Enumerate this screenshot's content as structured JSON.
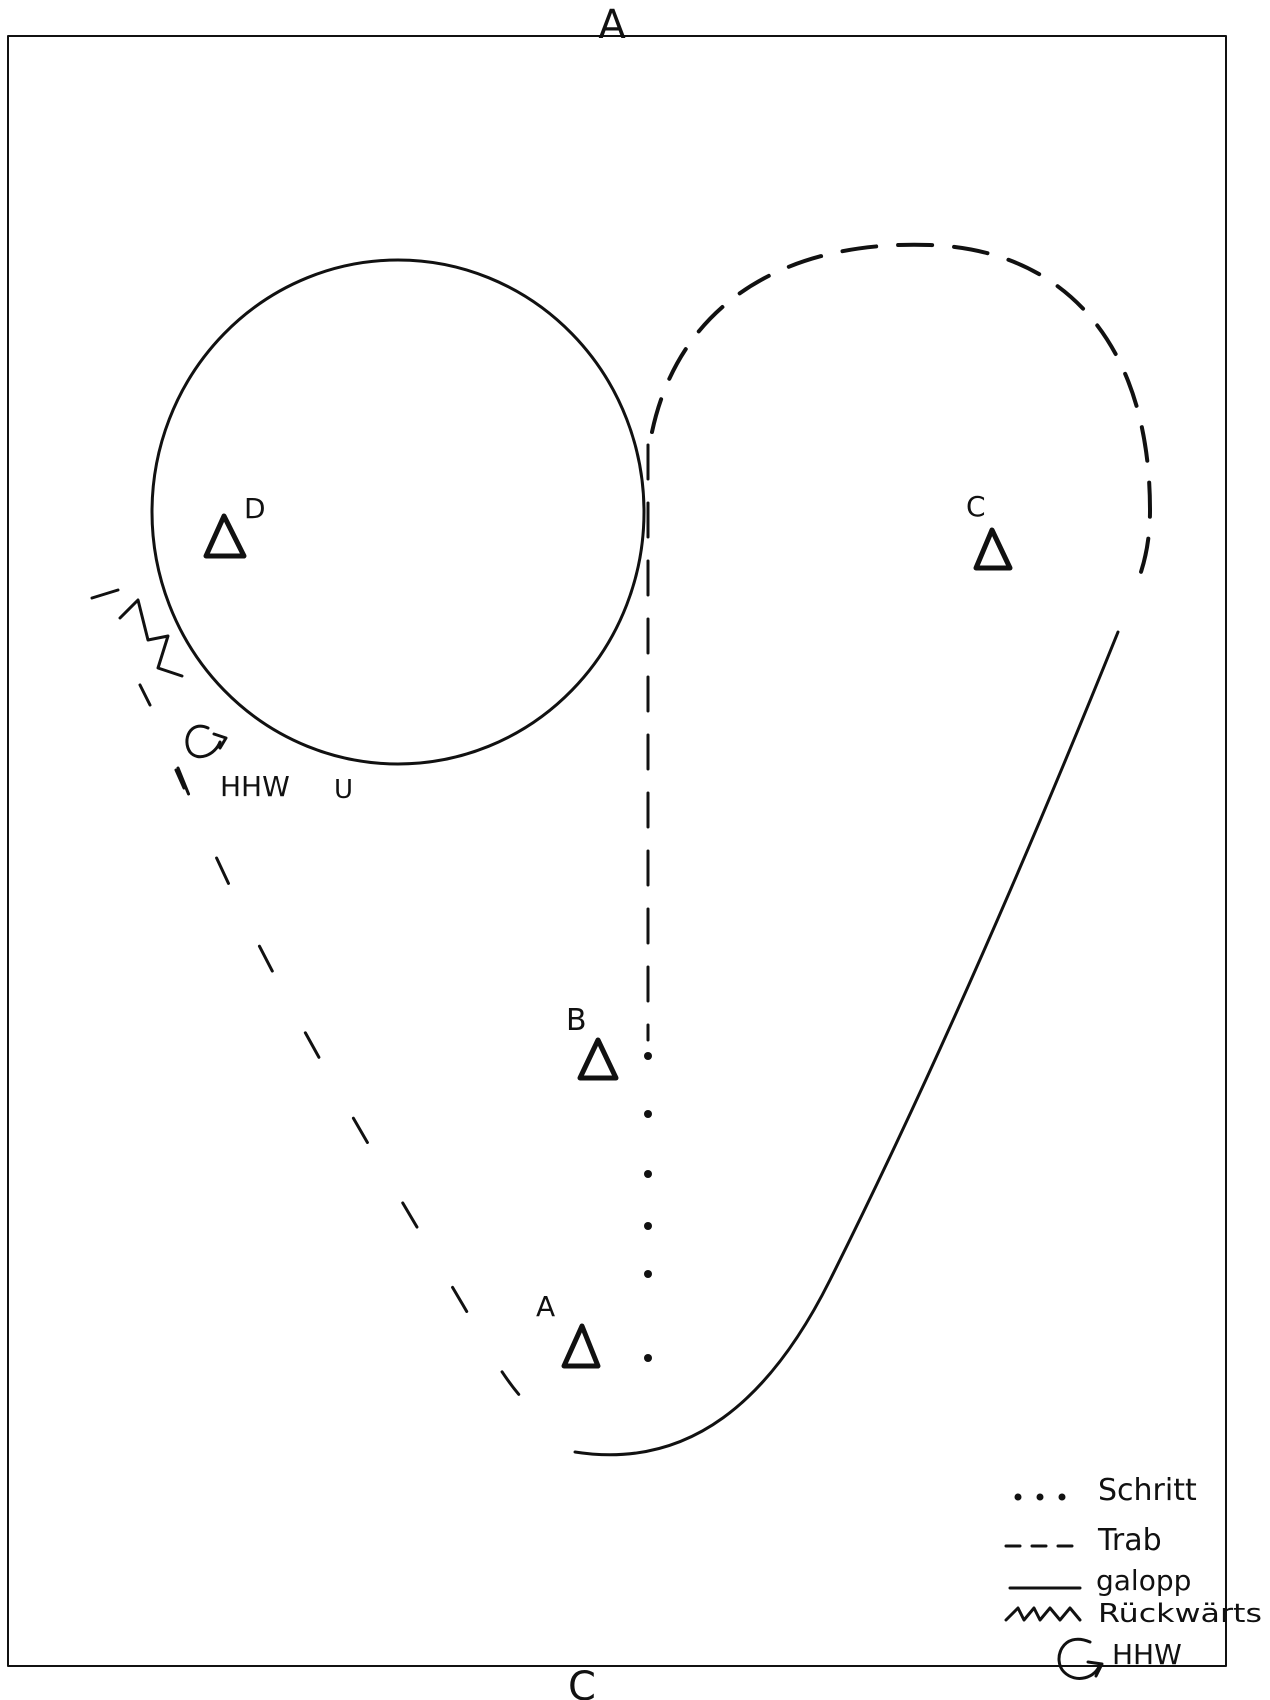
{
  "arena_letters": {
    "top": "A",
    "bottom": "C"
  },
  "cones": [
    {
      "id": "D",
      "label": "D"
    },
    {
      "id": "C",
      "label": "C"
    },
    {
      "id": "B",
      "label": "B"
    },
    {
      "id": "A",
      "label": "A"
    }
  ],
  "annotations": {
    "hhw_note": "HHW",
    "u_mark": "U"
  },
  "legend": {
    "items": [
      {
        "symbol": "dotted",
        "label": "Schritt"
      },
      {
        "symbol": "dashed",
        "label": "Trab"
      },
      {
        "symbol": "solid",
        "label": "galopp"
      },
      {
        "symbol": "zigzag",
        "label": "Rückwärts"
      },
      {
        "symbol": "turn-arrow",
        "label": "HHW"
      }
    ]
  },
  "colors": {
    "ink": "#111111",
    "paper": "#ffffff"
  },
  "icons": [
    "cone-triangle-icon",
    "turn-arrow-icon",
    "zigzag-line-icon"
  ]
}
